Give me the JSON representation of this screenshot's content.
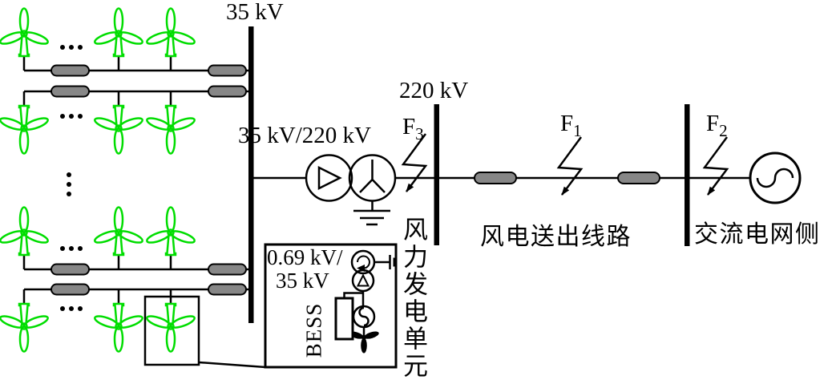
{
  "diagram": {
    "bus35_label": "35 kV",
    "bus220_label": "220 kV",
    "main_transformer_label": "35 kV/220 kV",
    "wind_unit_label": "风力发电单元",
    "outgoing_line_label": "风电送出线路",
    "grid_side_label": "交流电网侧"
  },
  "bess_inset": {
    "ratio_line1": "0.69 kV/",
    "ratio_line2": "35 kV",
    "bess_label": "BESS"
  },
  "faults": {
    "f3": {
      "name": "F",
      "sub": "3"
    },
    "f1": {
      "name": "F",
      "sub": "1"
    },
    "f2": {
      "name": "F",
      "sub": "2"
    }
  },
  "colors": {
    "turbine_green": "#00dd00",
    "cable_gray": "#878787",
    "line_black": "#000000"
  },
  "icons": {
    "wind_turbine": "wind-turbine-icon",
    "cable_segment": "cable-segment-icon",
    "transformer": "transformer-icon",
    "ground": "ground-icon",
    "fault_bolt": "fault-arrow-icon",
    "ac_source": "ac-source-icon",
    "battery": "battery-icon",
    "generator": "generator-icon"
  }
}
